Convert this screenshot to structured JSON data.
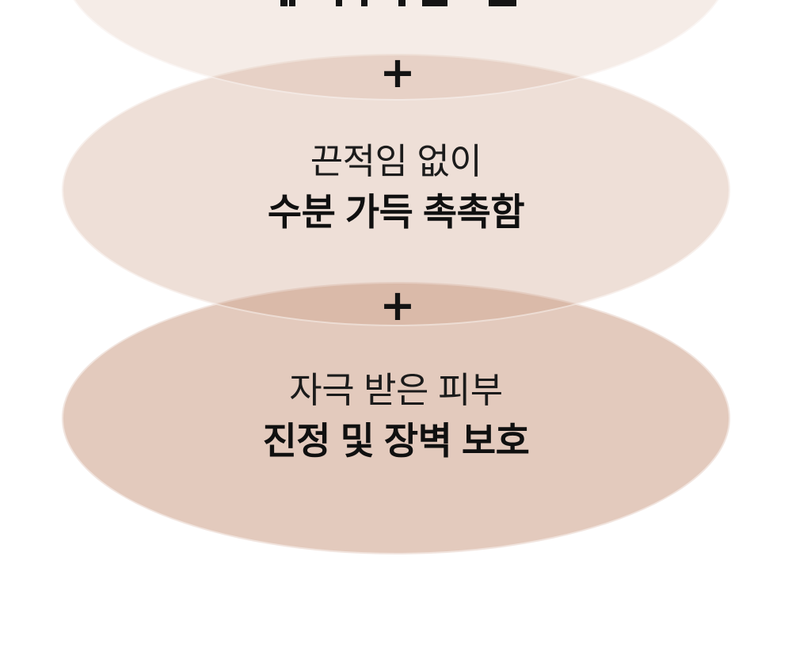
{
  "section": {
    "top_bubble": {
      "truncated": true
    },
    "middle_bubble": {
      "line1": "끈적임 없이",
      "line2": "수분 가득 촉촉함"
    },
    "bottom_bubble": {
      "line1": "자극 받은 피부",
      "line2": "진정 및 장벽 보호"
    },
    "separators": [
      "+",
      "+"
    ]
  },
  "colors": {
    "background": "#ffffff",
    "bubble_base": "#c7967c",
    "bubble_opacities": [
      0.18,
      0.3,
      0.5
    ],
    "bubble_edge_halo": "rgba(255,255,255,0.5)",
    "text_regular": "#1b1b1b",
    "text_bold": "#101010",
    "plus": "#131313"
  }
}
